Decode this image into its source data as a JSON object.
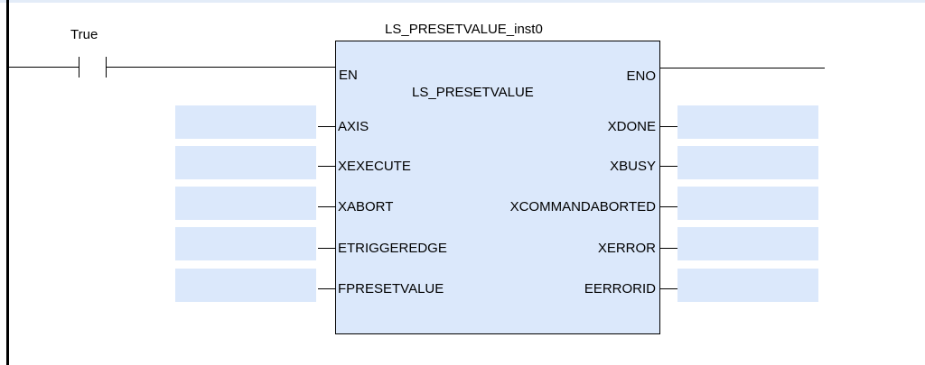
{
  "contact": {
    "label": "True"
  },
  "block": {
    "instance_name": "LS_PRESETVALUE_inst0",
    "type_name": "LS_PRESETVALUE",
    "en": "EN",
    "eno": "ENO",
    "inputs": [
      "AXIS",
      "XEXECUTE",
      "XABORT",
      "ETRIGGEREDGE",
      "FPRESETVALUE"
    ],
    "outputs": [
      "XDONE",
      "XBUSY",
      "XCOMMANDABORTED",
      "XERROR",
      "EERRORID"
    ]
  },
  "colors": {
    "block_fill": "#dbe8fb",
    "field_fill": "#dbe8fb",
    "wire": "#000000",
    "top_border": "#e3ecf8"
  }
}
